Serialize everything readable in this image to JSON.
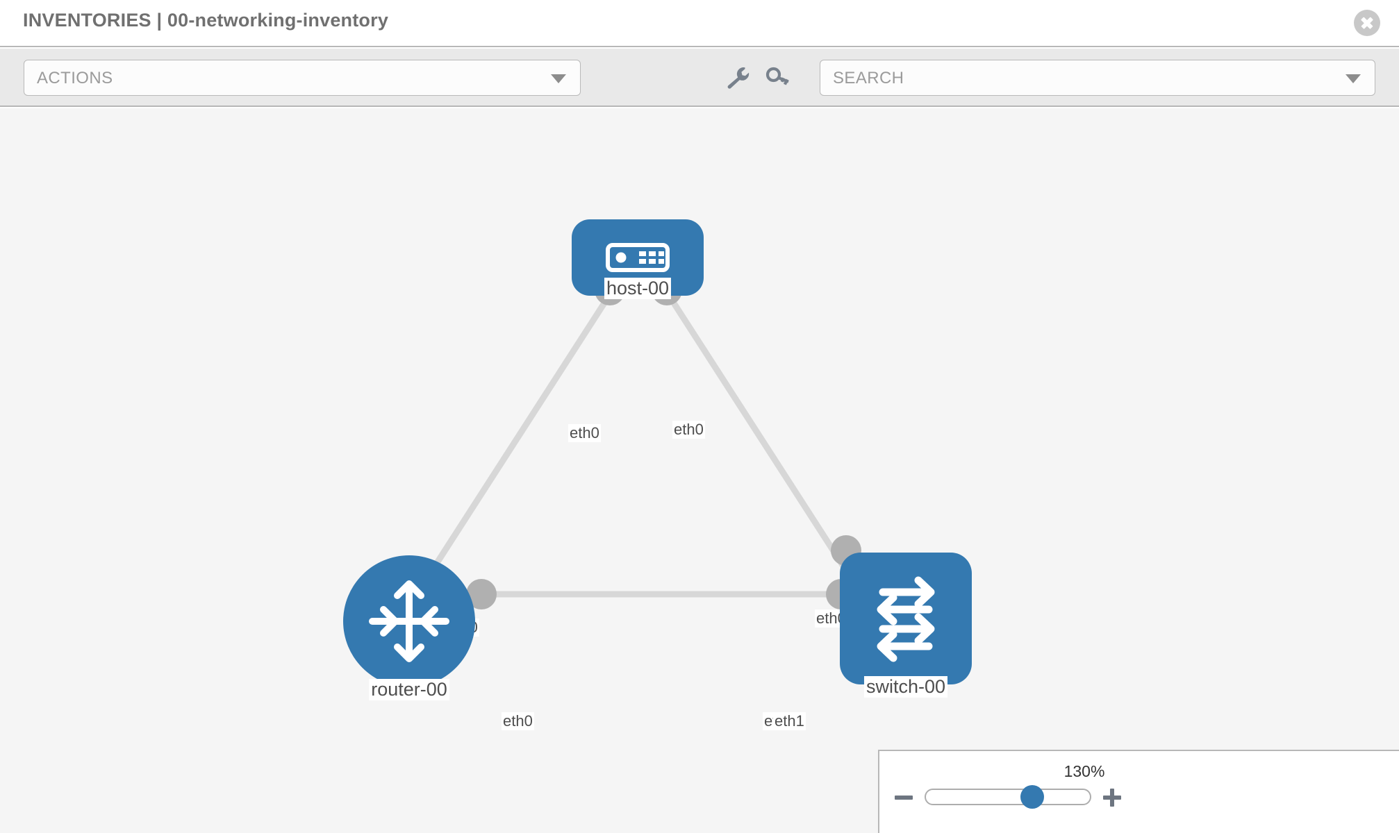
{
  "header": {
    "title": "INVENTORIES | 00-networking-inventory",
    "close_icon": "close-circle-icon"
  },
  "toolbar": {
    "actions_label": "ACTIONS",
    "actions_caret": "chevron-down-icon",
    "wrench_icon": "wrench-icon",
    "key_icon": "key-icon",
    "search_placeholder": "SEARCH",
    "search_value": "SEARCH",
    "search_caret": "chevron-down-icon"
  },
  "topology": {
    "nodes": [
      {
        "id": "host-00",
        "label": "host-00",
        "icon": "server-device-icon",
        "shape": "rounded-rect",
        "color": "#3479b0"
      },
      {
        "id": "router-00",
        "label": "router-00",
        "icon": "router-arrows-icon",
        "shape": "circle",
        "color": "#3479b0"
      },
      {
        "id": "switch-00",
        "label": "switch-00",
        "icon": "switch-arrows-icon",
        "shape": "rounded-square",
        "color": "#3479b0"
      }
    ],
    "links": [
      {
        "from": "router-00",
        "to": "host-00",
        "from_label": "eth0",
        "to_label": "eth0"
      },
      {
        "from": "host-00",
        "to": "switch-00",
        "from_label": "eth0",
        "to_label": "eth0"
      },
      {
        "from": "router-00",
        "to": "switch-00",
        "from_label": "eth0",
        "to_label": "eth1",
        "overlap_label": "eth0"
      }
    ],
    "interface_labels": {
      "host_left": "eth0",
      "host_right": "eth0",
      "router_upper": "eth0",
      "switch_upper": "eth0",
      "router_right": "eth0",
      "switch_left_overlap": "eth0",
      "switch_left": "eth1"
    },
    "edge_color": "#d7d7d7",
    "port_color": "#b0b0b0"
  },
  "zoom_control": {
    "value": "130%",
    "minus_label": "zoom-out",
    "plus_label": "zoom-in",
    "slider_percent": 65
  }
}
